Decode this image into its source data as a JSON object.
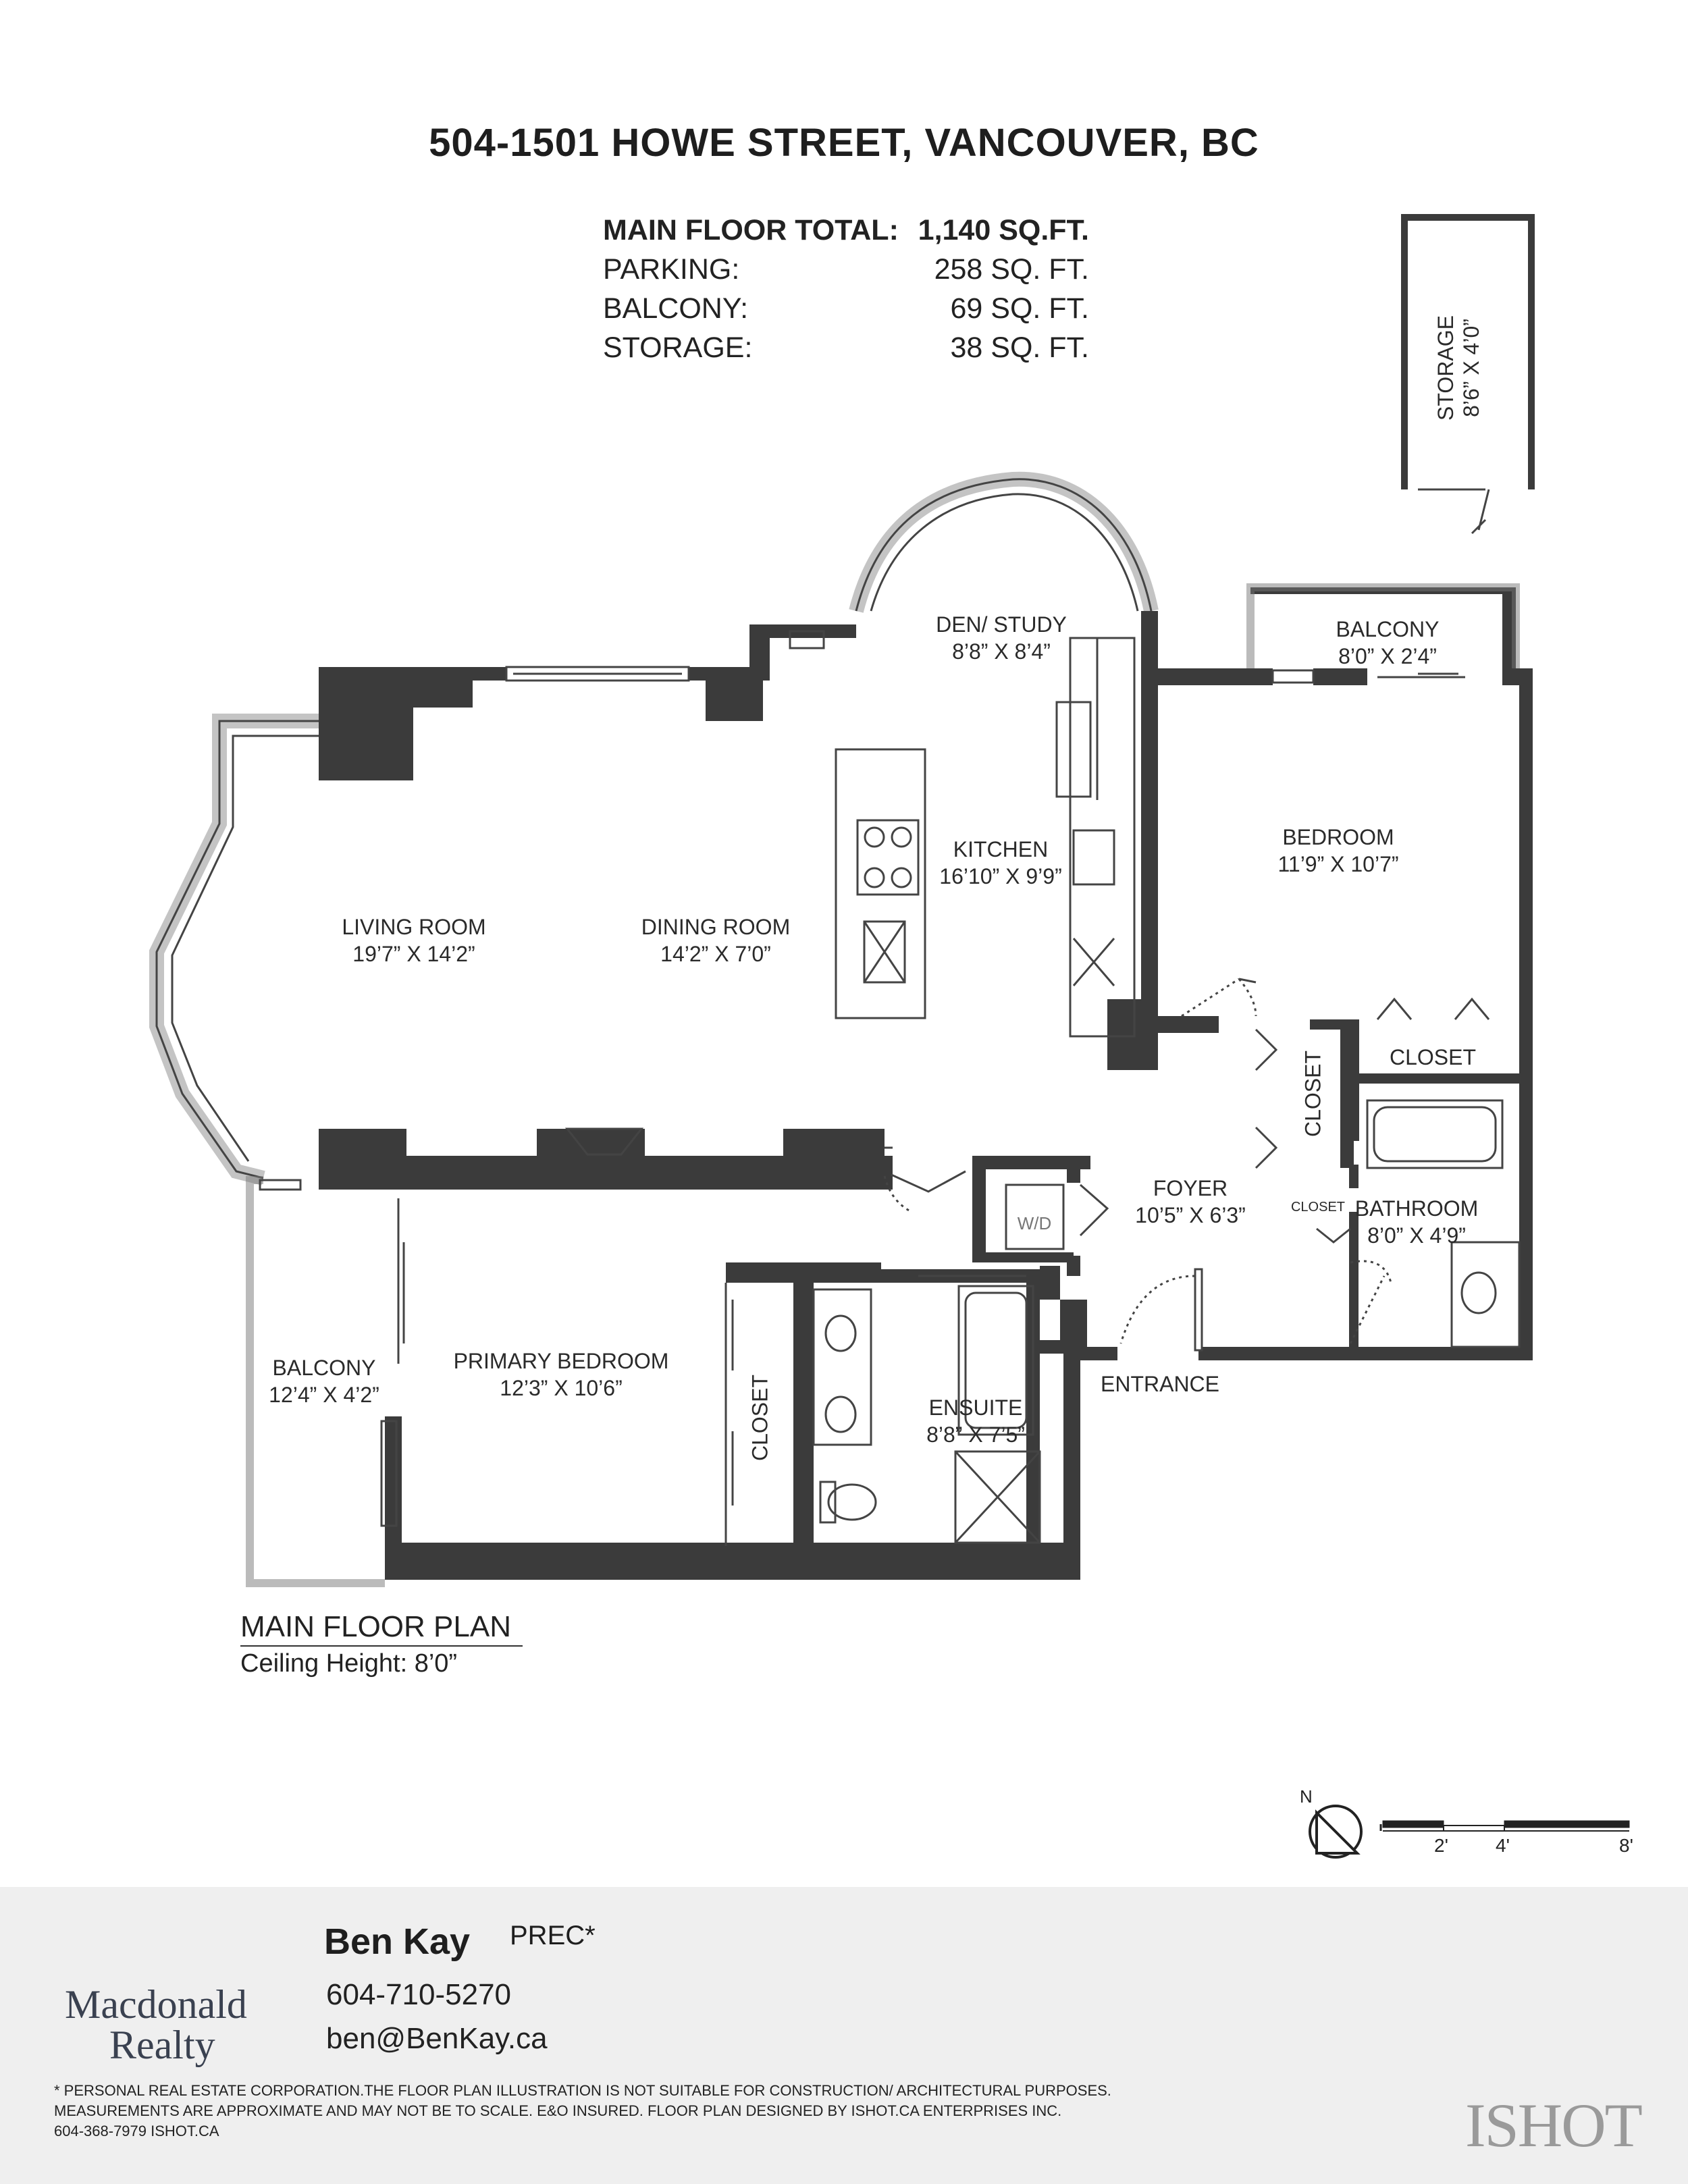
{
  "header": {
    "address": "504-1501 HOWE STREET, VANCOUVER, BC"
  },
  "areas": [
    {
      "label": "MAIN FLOOR TOTAL:",
      "value": "1,140 SQ.FT."
    },
    {
      "label": "PARKING:",
      "value": "258 SQ. FT."
    },
    {
      "label": "BALCONY:",
      "value": "69 SQ. FT."
    },
    {
      "label": "STORAGE:",
      "value": "38 SQ. FT."
    }
  ],
  "rooms": {
    "storage": {
      "name": "STORAGE",
      "dim": "8’6” X 4’0”"
    },
    "den": {
      "name": "DEN/ STUDY",
      "dim": "8’8” X 8’4”"
    },
    "balcony_ne": {
      "name": "BALCONY",
      "dim": "8’0” X 2’4”"
    },
    "bedroom": {
      "name": "BEDROOM",
      "dim": "11’9” X 10’7”"
    },
    "kitchen": {
      "name": "KITCHEN",
      "dim": "16’10” X 9’9”"
    },
    "living": {
      "name": "LIVING ROOM",
      "dim": "19’7” X 14’2”"
    },
    "dining": {
      "name": "DINING ROOM",
      "dim": "14’2” X 7’0”"
    },
    "closet_bed": {
      "name": "CLOSET"
    },
    "closet_vert": {
      "name": "CLOSET"
    },
    "closet_small": {
      "name": "CLOSET"
    },
    "foyer": {
      "name": "FOYER",
      "dim": "10’5” X 6’3”"
    },
    "bathroom": {
      "name": "BATHROOM",
      "dim": "8’0” X 4’9”"
    },
    "wd": {
      "name": "W/D"
    },
    "balcony_sw": {
      "name": "BALCONY",
      "dim": "12’4” X 4’2”"
    },
    "primary": {
      "name": "PRIMARY BEDROOM",
      "dim": "12’3” X 10’6”"
    },
    "closet_primary": {
      "name": "CLOSET"
    },
    "ensuite": {
      "name": "ENSUITE",
      "dim": "8’8” X 7’5”"
    },
    "entrance": {
      "name": "ENTRANCE"
    }
  },
  "plan_caption": {
    "title": "MAIN FLOOR PLAN",
    "ceiling": "Ceiling Height: 8’0”"
  },
  "compass": {
    "north": "N"
  },
  "scale_bar": {
    "labels": [
      "2'",
      "4'",
      "8'"
    ]
  },
  "agent": {
    "name": "Ben Kay",
    "designation": "PREC*",
    "phone": "604-710-5270",
    "email": "ben@BenKay.ca"
  },
  "brokerage": {
    "line1": "Macdonald",
    "line2": "Realty",
    "logo_color": "#1e3f8f"
  },
  "disclaimer": [
    "* PERSONAL REAL ESTATE CORPORATION.THE FLOOR PLAN ILLUSTRATION IS NOT SUITABLE FOR CONSTRUCTION/ ARCHITECTURAL PURPOSES.",
    "MEASUREMENTS ARE APPROXIMATE AND MAY NOT BE TO SCALE. E&O INSURED. FLOOR PLAN DESIGNED BY ISHOT.CA ENTERPRISES INC.",
    "604-368-7979  ISHOT.CA"
  ],
  "watermark": "ISHOT",
  "colors": {
    "wall": "#3b3b3b",
    "line": "#444444",
    "footer_bg": "#efefef"
  }
}
